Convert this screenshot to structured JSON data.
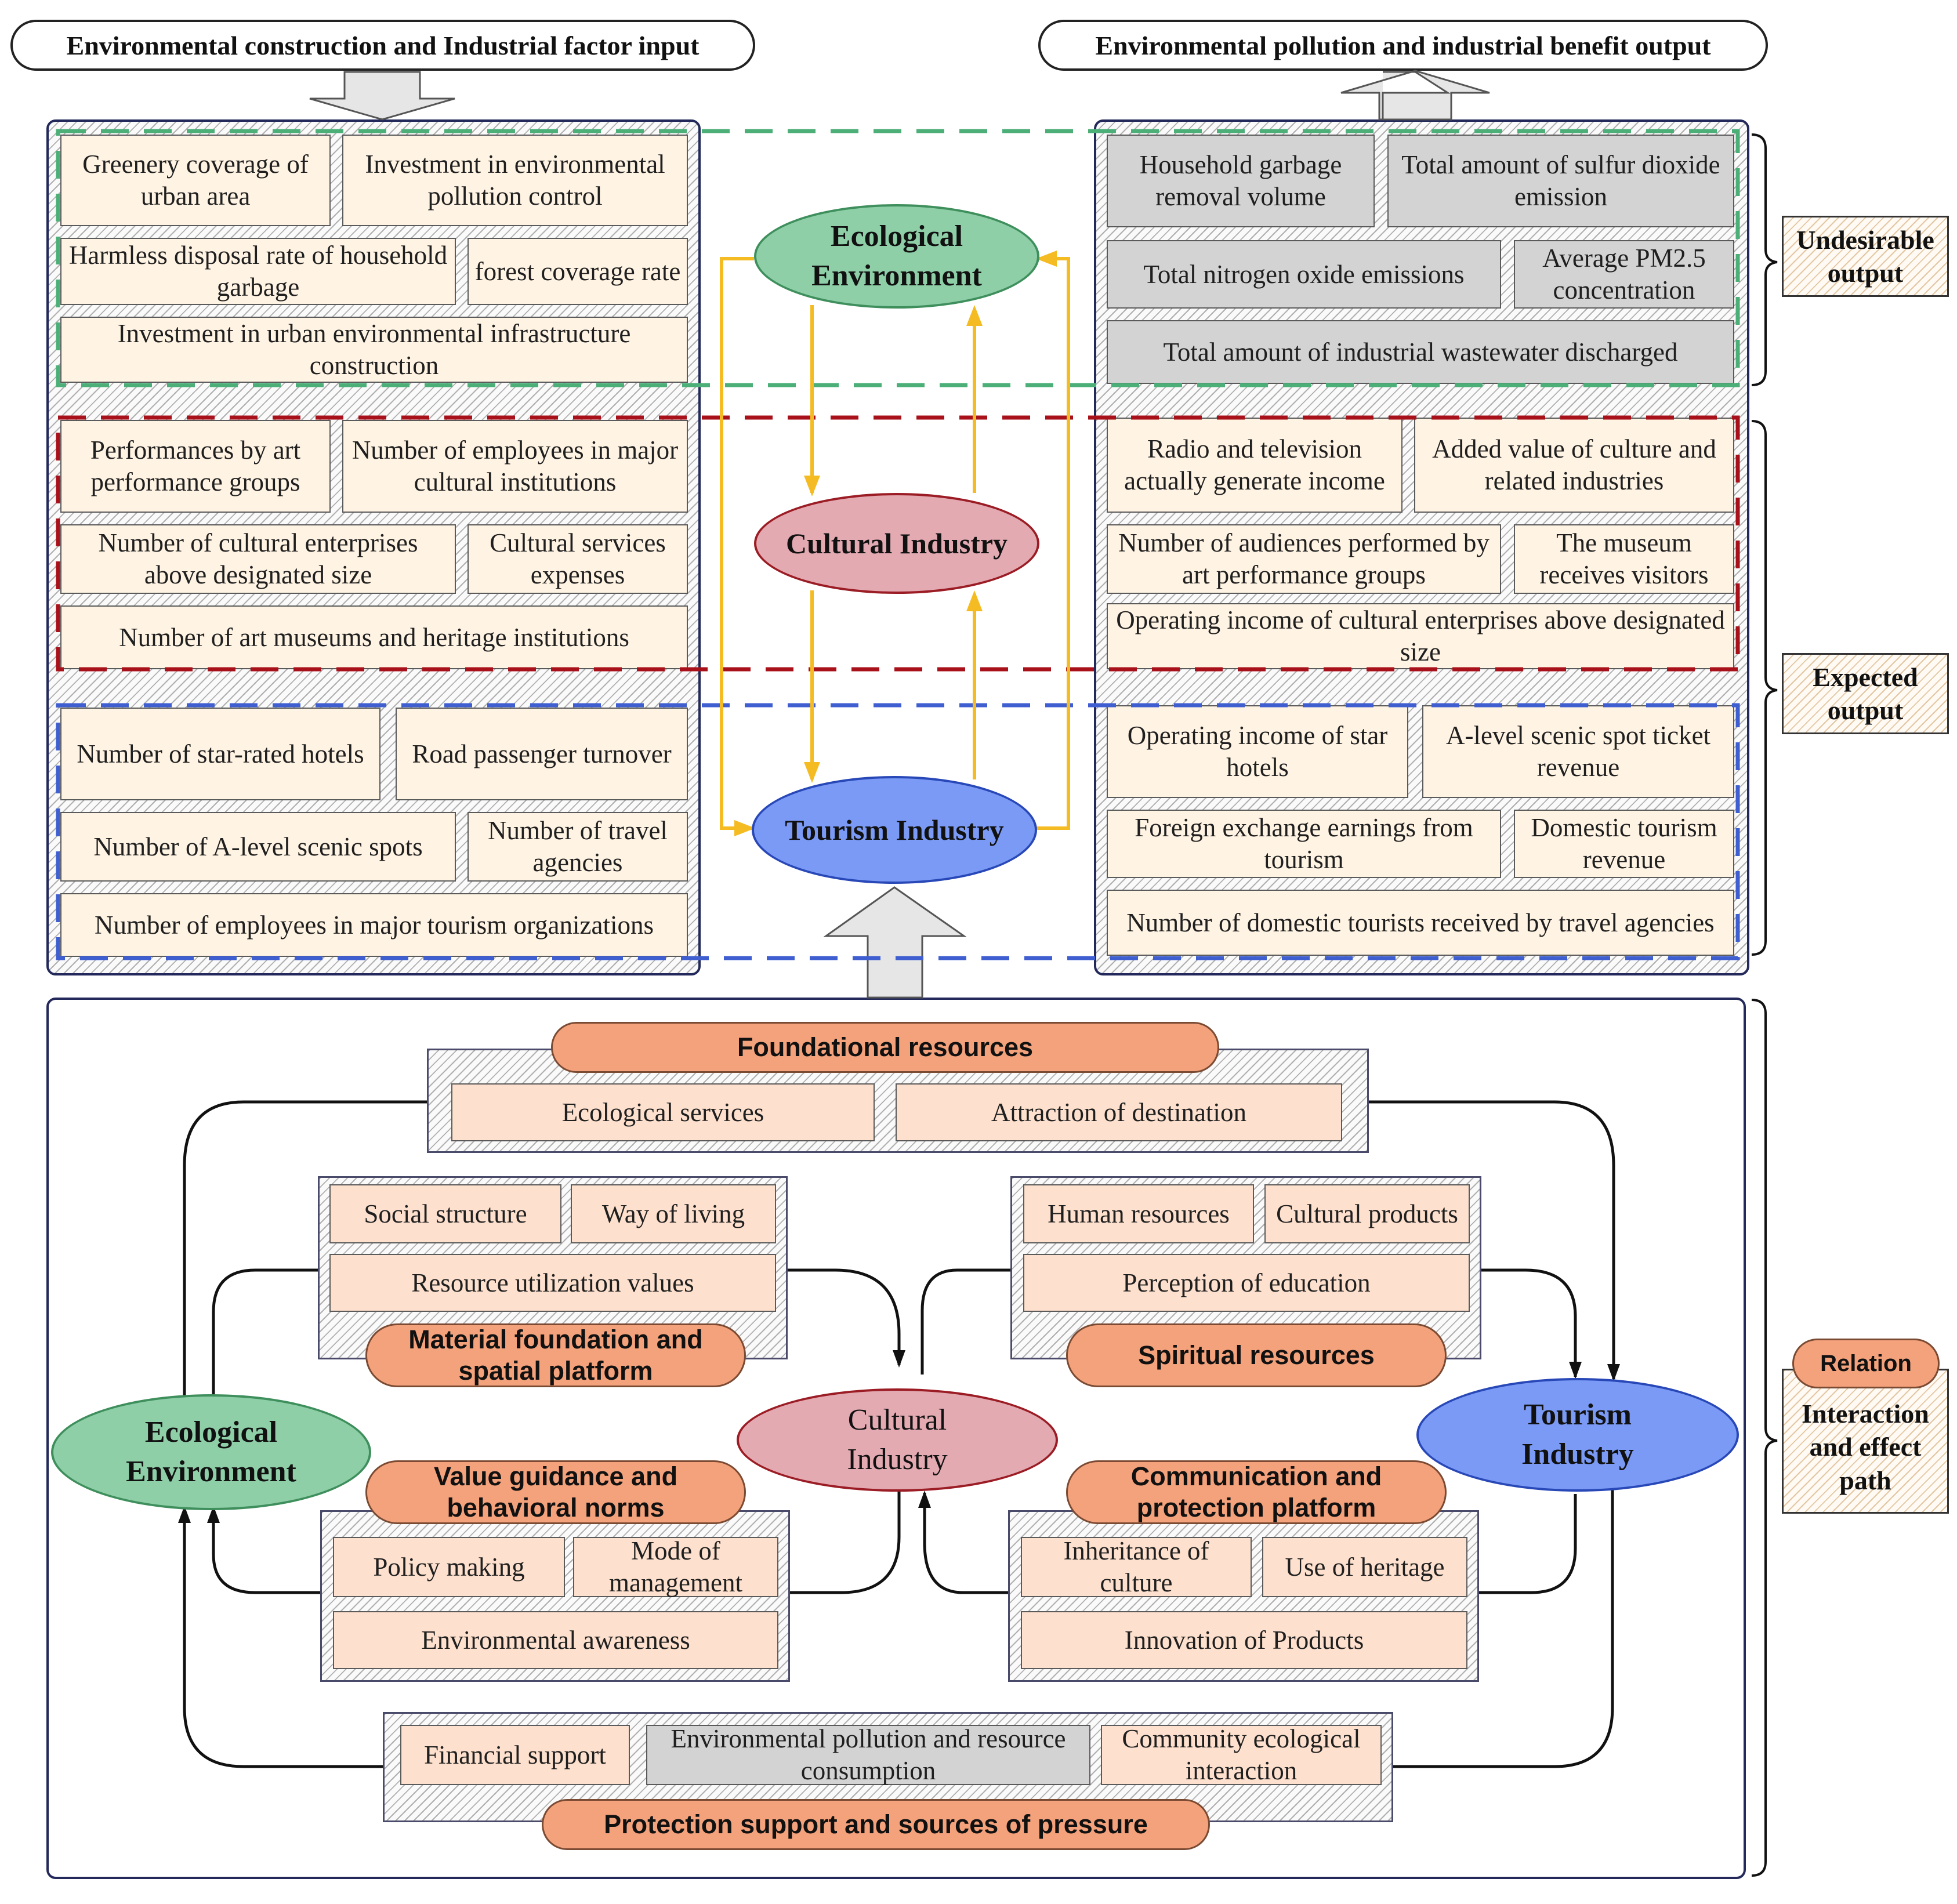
{
  "headers": {
    "input": "Environmental construction and Industrial factor input",
    "output": "Environmental pollution and industrial benefit output"
  },
  "inputs": {
    "ecological": [
      "Greenery coverage of urban area",
      "Investment in environmental pollution control",
      "Harmless disposal rate of household garbage",
      "forest coverage rate",
      "Investment in urban environmental infrastructure construction"
    ],
    "cultural": [
      "Performances by art performance groups",
      "Number of employees in major cultural institutions",
      "Number of cultural enterprises above designated size",
      "Cultural services expenses",
      "Number of art museums and heritage institutions"
    ],
    "tourism": [
      "Number of star-rated hotels",
      "Road passenger turnover",
      "Number of A-level scenic spots",
      "Number of travel agencies",
      "Number of employees in major tourism organizations"
    ]
  },
  "outputs": {
    "ecological": [
      "Household garbage removal volume",
      "Total amount of sulfur dioxide emission",
      "Total nitrogen oxide emissions",
      "Average PM2.5 concentration",
      "Total amount of industrial wastewater discharged"
    ],
    "cultural": [
      "Radio and television actually generate income",
      "Added value of culture and related industries",
      "Number of audiences performed by art performance groups",
      "The museum receives visitors",
      "Operating income of cultural enterprises above designated size"
    ],
    "tourism": [
      "Operating income of star hotels",
      "A-level scenic spot ticket revenue",
      "Foreign exchange earnings from tourism",
      "Domestic tourism revenue",
      "Number of domestic tourists received by travel agencies"
    ]
  },
  "center_nodes": {
    "ecological": "Ecological Environment",
    "cultural": "Cultural Industry",
    "tourism": "Tourism Industry"
  },
  "side_labels": {
    "undesirable": "Undesirable output",
    "expected": "Expected output",
    "relation": "Relation",
    "interaction": "Interaction and effect path"
  },
  "bottom": {
    "nodes": {
      "ecological": "Ecological Environment",
      "cultural": "Cultural Industry",
      "tourism": "Tourism Industry"
    },
    "foundational": {
      "title": "Foundational resources",
      "items": [
        "Ecological services",
        "Attraction of destination"
      ]
    },
    "material": {
      "title": "Material foundation and spatial platform",
      "items": [
        "Social structure",
        "Way of living",
        "Resource utilization values"
      ]
    },
    "spiritual": {
      "title": "Spiritual resources",
      "items": [
        "Human resources",
        "Cultural products",
        "Perception of education"
      ]
    },
    "value": {
      "title": "Value guidance and behavioral norms",
      "items": [
        "Policy making",
        "Mode of management",
        "Environmental awareness"
      ]
    },
    "communication": {
      "title": "Communication and protection platform",
      "items": [
        "Inheritance of culture",
        "Use of heritage",
        "Innovation of Products"
      ]
    },
    "protection": {
      "title": "Protection support and sources of pressure",
      "items": [
        "Financial support",
        "Environmental pollution and resource consumption",
        "Community ecological interaction"
      ]
    }
  },
  "colors": {
    "ecological": "#8ecfa8",
    "cultural": "#e3aab2",
    "tourism": "#7a9af5",
    "pill": "#f4a27c",
    "cream_cell": "#fff3e3",
    "pink_cell": "#fde0cd",
    "gray_cell": "#d3d3d3",
    "flow_arrow": "#f5bb22",
    "green_dash": "#4caf78",
    "red_dash": "#a8101a",
    "blue_dash": "#3f5fd0"
  }
}
